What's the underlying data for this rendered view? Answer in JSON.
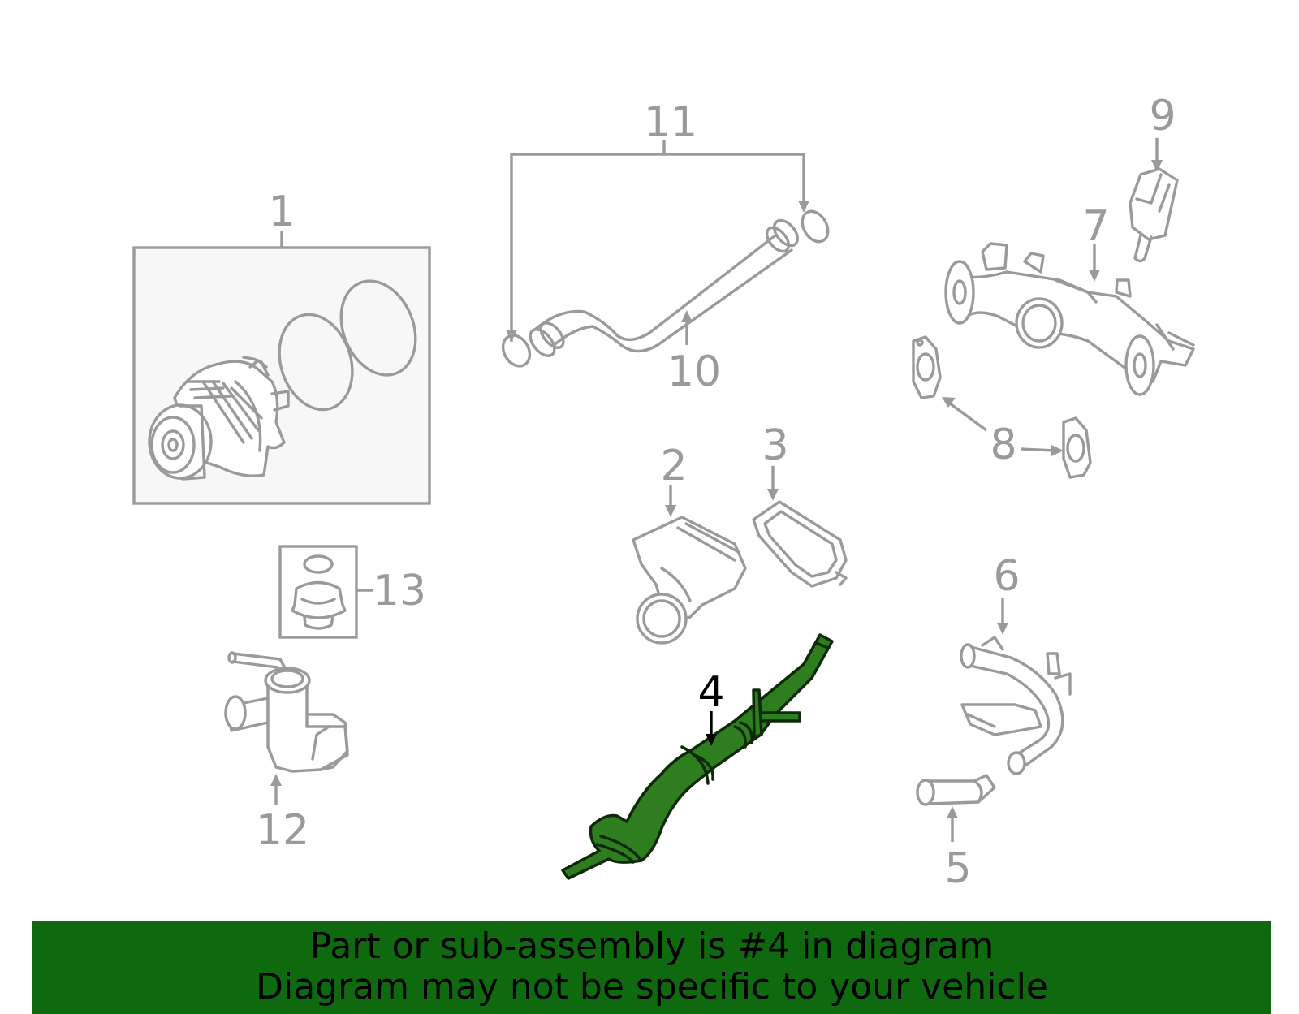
{
  "callouts": {
    "c1": "1",
    "c2": "2",
    "c3": "3",
    "c4": "4",
    "c5": "5",
    "c6": "6",
    "c7": "7",
    "c8": "8",
    "c9": "9",
    "c10": "10",
    "c11": "11",
    "c12": "12",
    "c13": "13"
  },
  "highlighted_part": "4",
  "colors": {
    "highlight_fill": "#2e7d1e",
    "banner_background": "#0f6a0f",
    "part_outline": "#9a9a9a"
  },
  "banner": {
    "line1": "Part or sub-assembly is #4 in diagram",
    "line2": "Diagram may not be specific to your vehicle"
  }
}
